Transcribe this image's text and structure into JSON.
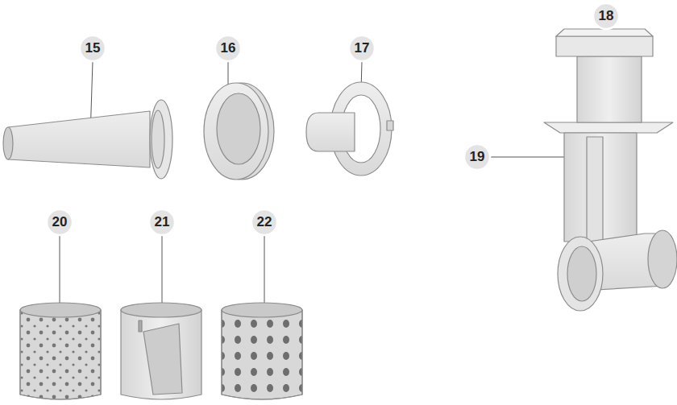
{
  "diagram": {
    "labels": [
      "15",
      "16",
      "17",
      "18",
      "19",
      "20",
      "21",
      "22"
    ]
  }
}
